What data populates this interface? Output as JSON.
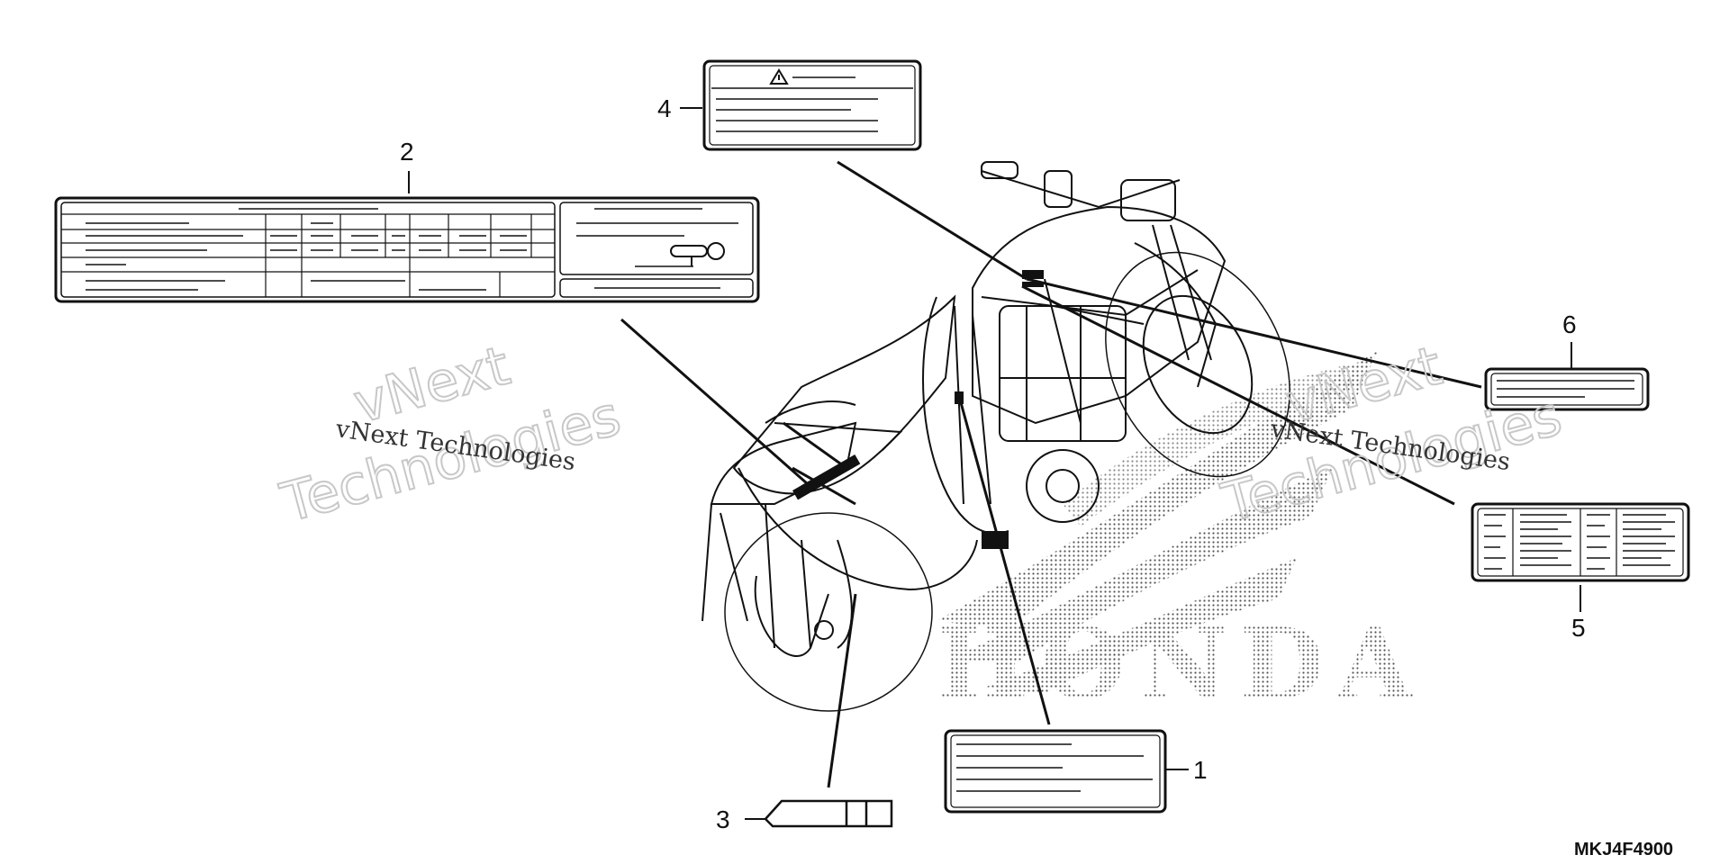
{
  "callouts": {
    "c1": "1",
    "c2": "2",
    "c3": "3",
    "c4": "4",
    "c5": "5",
    "c6": "6"
  },
  "diagram_code": "MKJ4F4900",
  "watermark": {
    "line_small": "vNext Technologies",
    "line_big_1": "vNext",
    "line_big_2": "Technologies"
  },
  "brand_text": "HONDA",
  "colors": {
    "line": "#111111",
    "watermark": "#c8c8c8",
    "dots": "#555555"
  }
}
